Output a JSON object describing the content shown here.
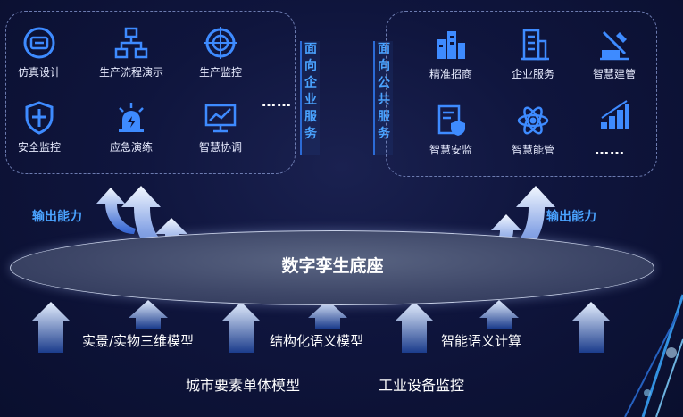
{
  "enterprise_panel": {
    "vertical_label": "面向企业服务",
    "items": [
      {
        "label": "仿真设计",
        "icon": "simulation-design-icon"
      },
      {
        "label": "生产流程演示",
        "icon": "process-flow-icon"
      },
      {
        "label": "生产监控",
        "icon": "production-monitor-icon"
      },
      {
        "label": "安全监控",
        "icon": "security-shield-icon"
      },
      {
        "label": "应急演练",
        "icon": "emergency-alarm-icon"
      },
      {
        "label": "智慧协调",
        "icon": "smart-coordination-icon"
      }
    ],
    "more": "……"
  },
  "public_panel": {
    "vertical_label": "面向公共服务",
    "items": [
      {
        "label": "精准招商",
        "icon": "city-buildings-icon"
      },
      {
        "label": "企业服务",
        "icon": "enterprise-building-icon"
      },
      {
        "label": "智慧建管",
        "icon": "construction-icon"
      },
      {
        "label": "智慧安监",
        "icon": "safety-document-icon"
      },
      {
        "label": "智慧能管",
        "icon": "energy-atom-icon"
      },
      {
        "label": "",
        "icon": "bar-chart-icon"
      }
    ],
    "more": "……"
  },
  "output_capability": "输出能力",
  "base": {
    "title": "数字孪生底座"
  },
  "models_row1": [
    "实景/实物三维模型",
    "结构化语义模型",
    "智能语义计算"
  ],
  "models_row2": [
    "城市要素单体模型",
    "工业设备监控"
  ],
  "colors": {
    "background": "#0c1238",
    "accent_blue": "#4aa3ff",
    "icon_blue": "#3e8bff",
    "text": "#e8ecff"
  }
}
